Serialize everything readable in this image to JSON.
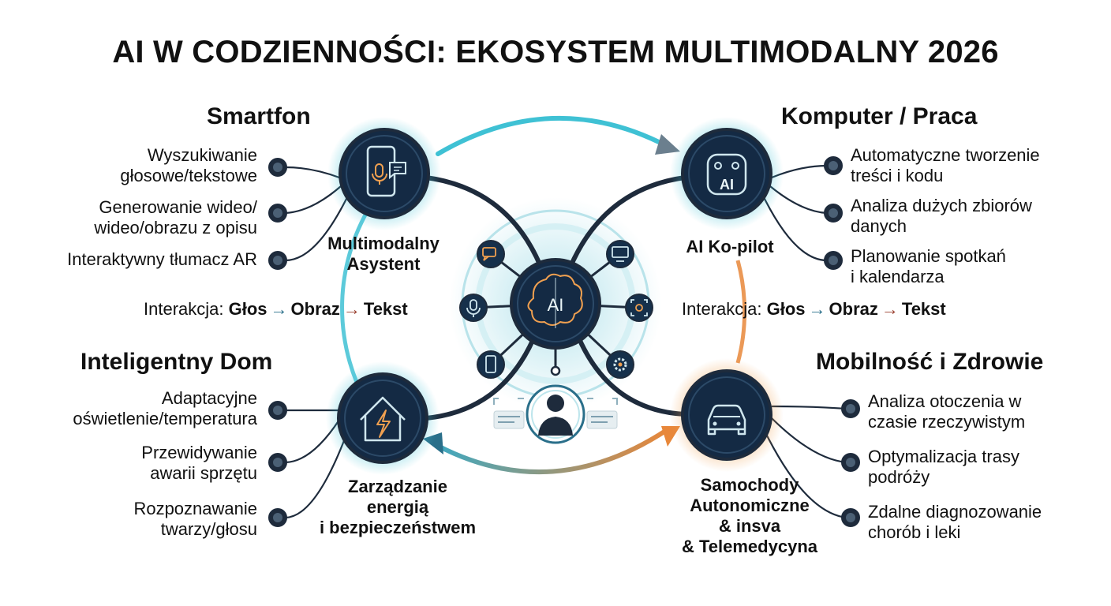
{
  "title": "AI W CODZIENNOŚCI: EKOSYSTEM MULTIMODALNY 2026",
  "colors": {
    "teal": "#3fc1d4",
    "orange": "#e8873a",
    "navy": "#142a44",
    "dark": "#1e2b3c",
    "arrow_teal": "#2a6f8a",
    "arrow_red": "#9a4030"
  },
  "center": {
    "icon": "brain-ai-icon",
    "label": "AI",
    "user_icon": "user-silhouette-icon"
  },
  "satellites": [
    {
      "icon": "chat-bubble-icon"
    },
    {
      "icon": "monitor-icon"
    },
    {
      "icon": "microphone-icon"
    },
    {
      "icon": "image-scan-icon"
    },
    {
      "icon": "phone-icon"
    },
    {
      "icon": "gear-icon"
    }
  ],
  "quadrants": {
    "smartphone": {
      "heading": "Smartfon",
      "icon": "smartphone-voice-chat-icon",
      "label": "Multimodalny\nAsystent",
      "items": [
        "Wyszukiwanie\ngłosowe/tekstowe",
        "Generowanie wideo/\nwideo/obrazu z opisu",
        "Interaktywny tłumacz AR"
      ]
    },
    "computer": {
      "heading": "Komputer / Praca",
      "icon": "robot-ai-icon",
      "icon_label": "AI",
      "label": "AI Ko-pilot",
      "items": [
        "Automatyczne tworzenie\ntreści i kodu",
        "Analiza dużych zbiorów\ndanych",
        "Planowanie spotkań\ni kalendarza"
      ]
    },
    "home": {
      "heading": "Inteligentny Dom",
      "icon": "house-energy-icon",
      "label": "Zarządzanie\nenergią\ni bezpieczeństwem",
      "items": [
        "Adaptacyjne\noświetlenie/temperatura",
        "Przewidywanie\nawarii sprzętu",
        "Rozpoznawanie\ntwarzy/głosu"
      ]
    },
    "mobility": {
      "heading": "Mobilność i Zdrowie",
      "icon": "car-icon",
      "label": "Samochody\nAutonomiczne\n& insva\n& Telemedycyna",
      "items": [
        "Analiza otoczenia w\nczasie rzeczywistym",
        "Optymalizacja trasy\npodróży",
        "Zdalne diagnozowanie\nchorób i leki"
      ]
    }
  },
  "interaction_left": {
    "prefix": "Interakcja:",
    "steps": [
      "Głos",
      "Obraz",
      "Tekst"
    ],
    "arrow": "→"
  },
  "interaction_right": {
    "prefix": "Interakcja:",
    "steps": [
      "Głos",
      "Obraz",
      "Tekst"
    ],
    "arrow": "→"
  }
}
